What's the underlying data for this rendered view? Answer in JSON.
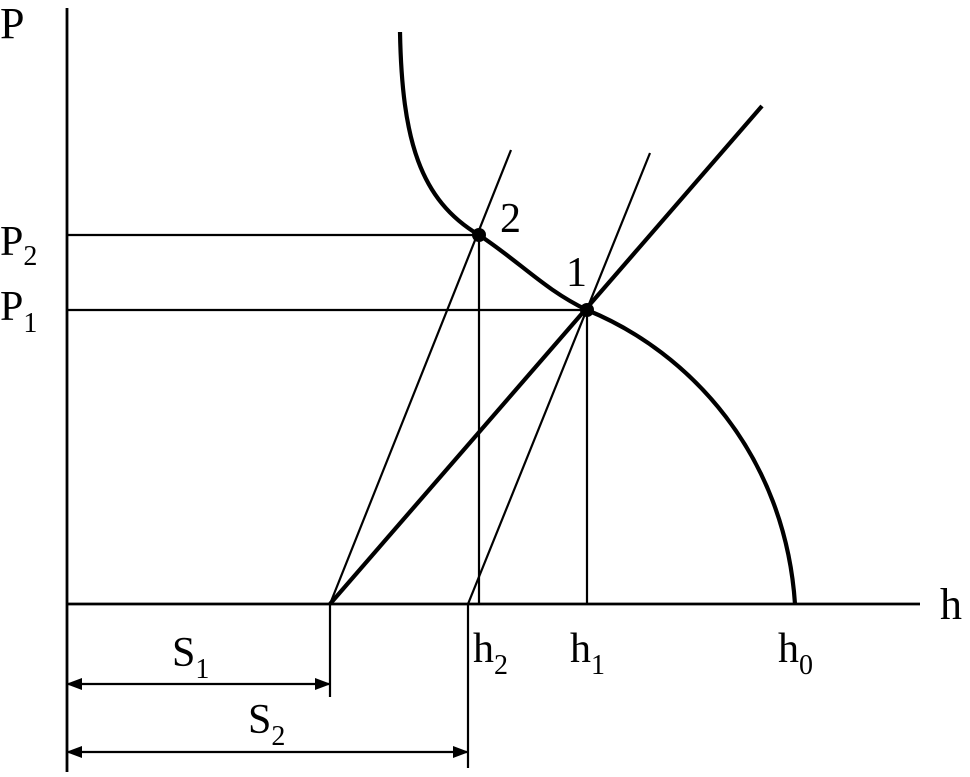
{
  "axes": {
    "y_label": "P",
    "x_label": "h"
  },
  "pressure_levels": [
    {
      "id": "P2",
      "main": "P",
      "sub": "2"
    },
    {
      "id": "P1",
      "main": "P",
      "sub": "1"
    }
  ],
  "height_ticks": [
    {
      "id": "h2",
      "main": "h",
      "sub": "2"
    },
    {
      "id": "h1",
      "main": "h",
      "sub": "1"
    },
    {
      "id": "h0",
      "main": "h",
      "sub": "0"
    }
  ],
  "points": [
    {
      "id": "point-2",
      "label": "2"
    },
    {
      "id": "point-1",
      "label": "1"
    }
  ],
  "distances": [
    {
      "id": "S1",
      "main": "S",
      "sub": "1"
    },
    {
      "id": "S2",
      "main": "S",
      "sub": "2"
    }
  ],
  "colors": {
    "ink": "#000000",
    "background": "#ffffff"
  }
}
